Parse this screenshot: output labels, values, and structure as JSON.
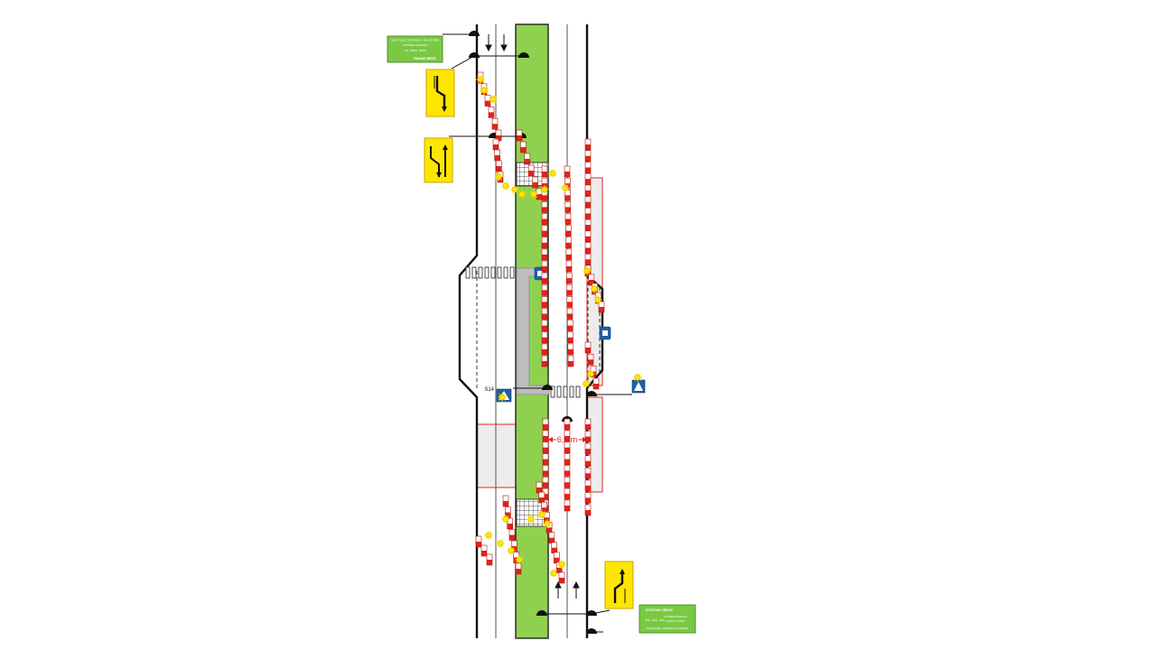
{
  "colors": {
    "median": "#8fd14f",
    "barrier_red": "#e2231a",
    "barrier_white": "#ffffff",
    "lamp": "#ffe600",
    "detour_sign": "#ffe600",
    "info_panel": "#7ac943",
    "work_zone_fill": "#ececec",
    "work_zone_stroke": "#e2231a",
    "platform": "#bdbdbd",
    "blue_sign": "#1f5fa8",
    "dimension": "#e2231a"
  },
  "signs": {
    "top_panel": {
      "line1": "SENSO UNICO ALTERNATO · RALLENTARE",
      "line2": "CANTIERE STRADALE",
      "footer": "TRANNE MEZZI"
    },
    "bottom_panel": {
      "title": "STATIONS VIRANT",
      "line1": "CANTIERE STRADALE",
      "line2": "LAVORI IN CORSO",
      "footer": "RALLENTARE · DISTANZA DI SICUREZZA"
    },
    "bus_stop_code": "S14"
  },
  "dimension": {
    "label": "6,0 m"
  },
  "icons": [
    "down-arrow-icon",
    "up-arrow-icon",
    "lane-shift-left-icon",
    "lane-shift-both-icon",
    "lane-shift-right-icon",
    "pedestrian-crossing-icon",
    "bus-stop-icon",
    "warning-lamp-icon"
  ]
}
